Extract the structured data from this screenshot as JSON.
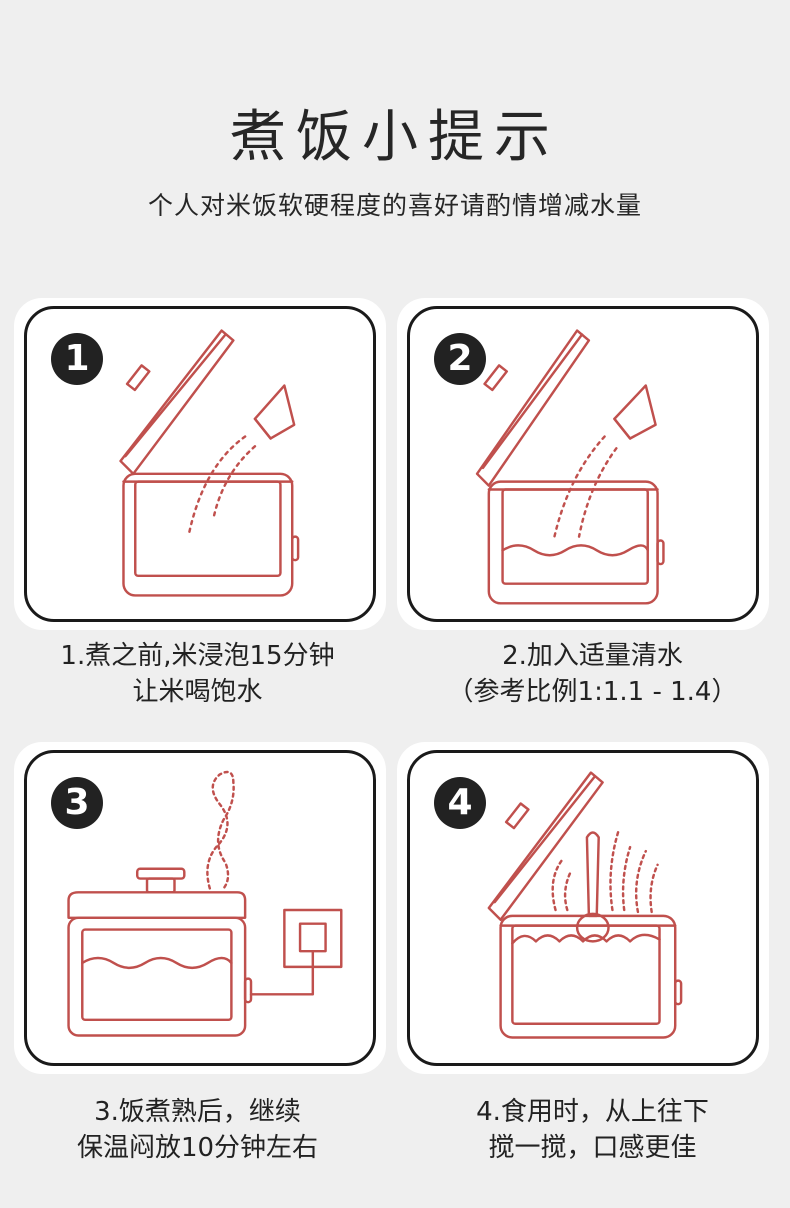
{
  "header": {
    "title": "煮饭小提示",
    "subtitle": "个人对米饭软硬程度的喜好请酌情增减水量"
  },
  "steps": [
    {
      "number": "1",
      "line1": "1.煮之前,米浸泡15分钟",
      "line2": "让米喝饱水"
    },
    {
      "number": "2",
      "line1": "2.加入适量清水",
      "line2": "（参考比例1:1.1 - 1.4）"
    },
    {
      "number": "3",
      "line1": "3.饭煮熟后，继续",
      "line2": "保温闷放10分钟左右"
    },
    {
      "number": "4",
      "line1": "4.食用时，从上往下",
      "line2": "搅一搅，口感更佳"
    }
  ],
  "colors": {
    "illustration_stroke": "#c0504d",
    "badge_bg": "#222222",
    "page_bg": "#efefef"
  },
  "icons": [
    "rice-cooker-open-pour-icon",
    "rice-cooker-water-icon",
    "rice-cooker-steam-plug-icon",
    "rice-cooker-stir-icon"
  ]
}
